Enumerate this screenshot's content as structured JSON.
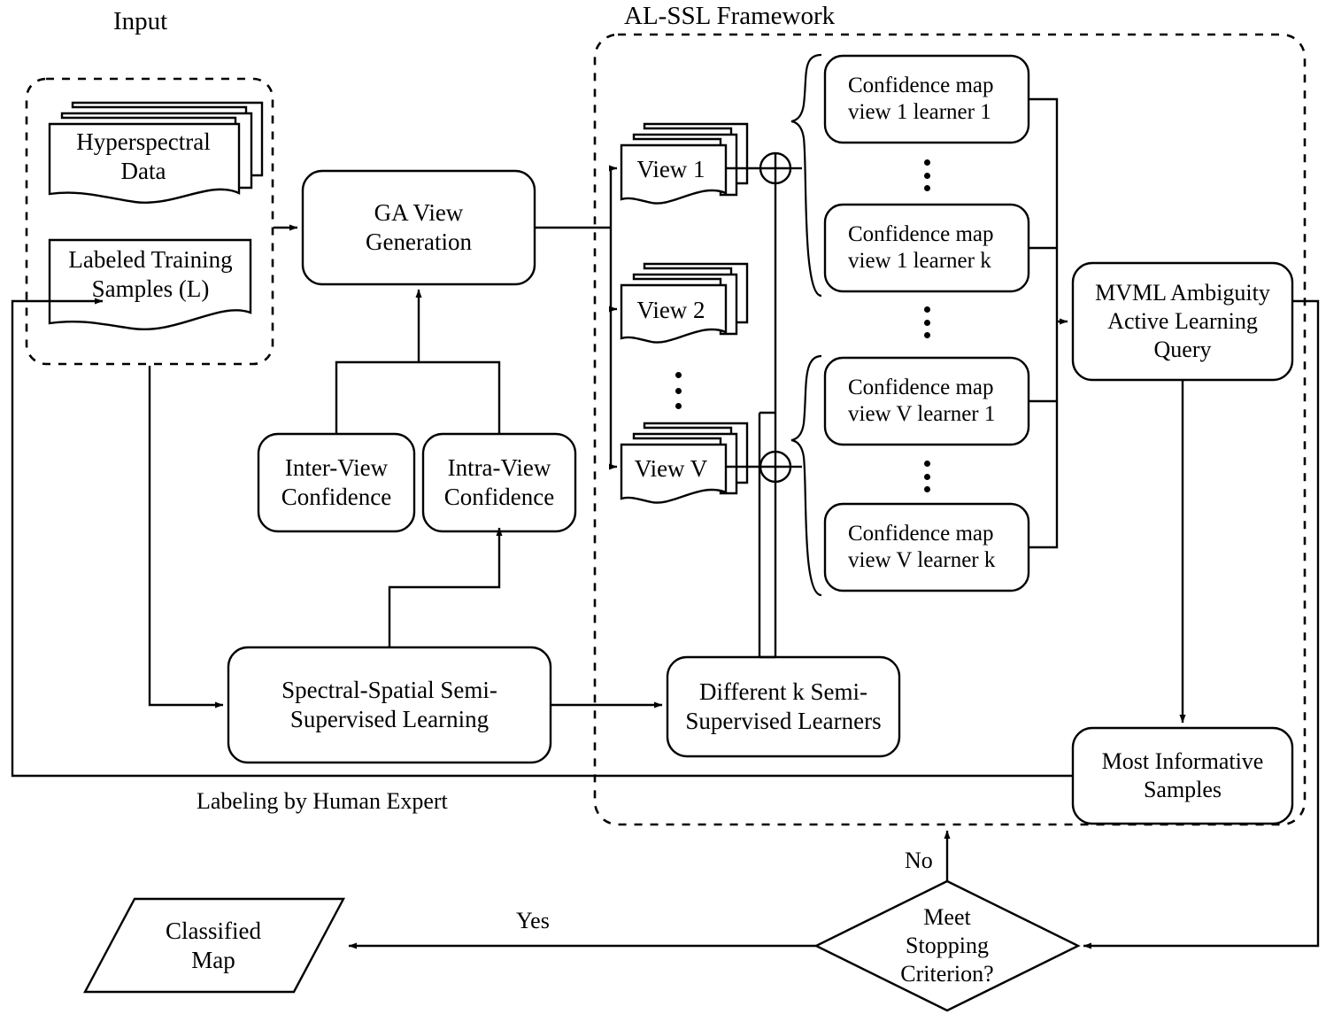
{
  "diagram": {
    "type": "flowchart",
    "title_groups": [
      {
        "name": "input-group-title",
        "text": "Input"
      },
      {
        "name": "framework-group-title",
        "text": "AL-SSL Framework"
      }
    ],
    "nodes": {
      "hyperspectral_data": "Hyperspectral\nData",
      "hyperspectral_data_l1": "Hyperspectral",
      "hyperspectral_data_l2": "Data",
      "labeled_training": "Labeled Training\nSamples (L)",
      "labeled_training_l1": "Labeled Training",
      "labeled_training_l2": "Samples (L)",
      "ga_view_generation_l1": "GA View",
      "ga_view_generation_l2": "Generation",
      "inter_view_l1": "Inter-View",
      "inter_view_l2": "Confidence",
      "intra_view_l1": "Intra-View",
      "intra_view_l2": "Confidence",
      "spectral_spatial_l1": "Spectral-Spatial Semi-",
      "spectral_spatial_l2": "Supervised Learning",
      "different_k_l1": "Different k Semi-",
      "different_k_l2": "Supervised Learners",
      "view_1": "View 1",
      "view_2": "View 2",
      "view_v": "View V",
      "cm_v1_l1_line1": "Confidence map",
      "cm_v1_l1_line2": "view 1 learner 1",
      "cm_v1_lk_line1": "Confidence map",
      "cm_v1_lk_line2": "view 1 learner k",
      "cm_vv_l1_line1": "Confidence map",
      "cm_vv_l1_line2": "view V learner 1",
      "cm_vv_lk_line1": "Confidence map",
      "cm_vv_lk_line2": "view V learner k",
      "mvml_l1": "MVML Ambiguity",
      "mvml_l2": "Active Learning",
      "mvml_l3": "Query",
      "most_informative_l1": "Most Informative",
      "most_informative_l2": "Samples",
      "stopping_l1": "Meet",
      "stopping_l2": "Stopping",
      "stopping_l3": "Criterion?",
      "classified_map_l1": "Classified",
      "classified_map_l2": "Map"
    },
    "edge_labels": {
      "labeling_by_human_expert": "Labeling by Human Expert",
      "yes": "Yes",
      "no": "No"
    },
    "operators": {
      "sum_view_1": "⊕",
      "sum_view_v": "⊕"
    },
    "colors": {
      "stroke": "#000000",
      "fill": "#ffffff",
      "background": "#ffffff"
    }
  }
}
